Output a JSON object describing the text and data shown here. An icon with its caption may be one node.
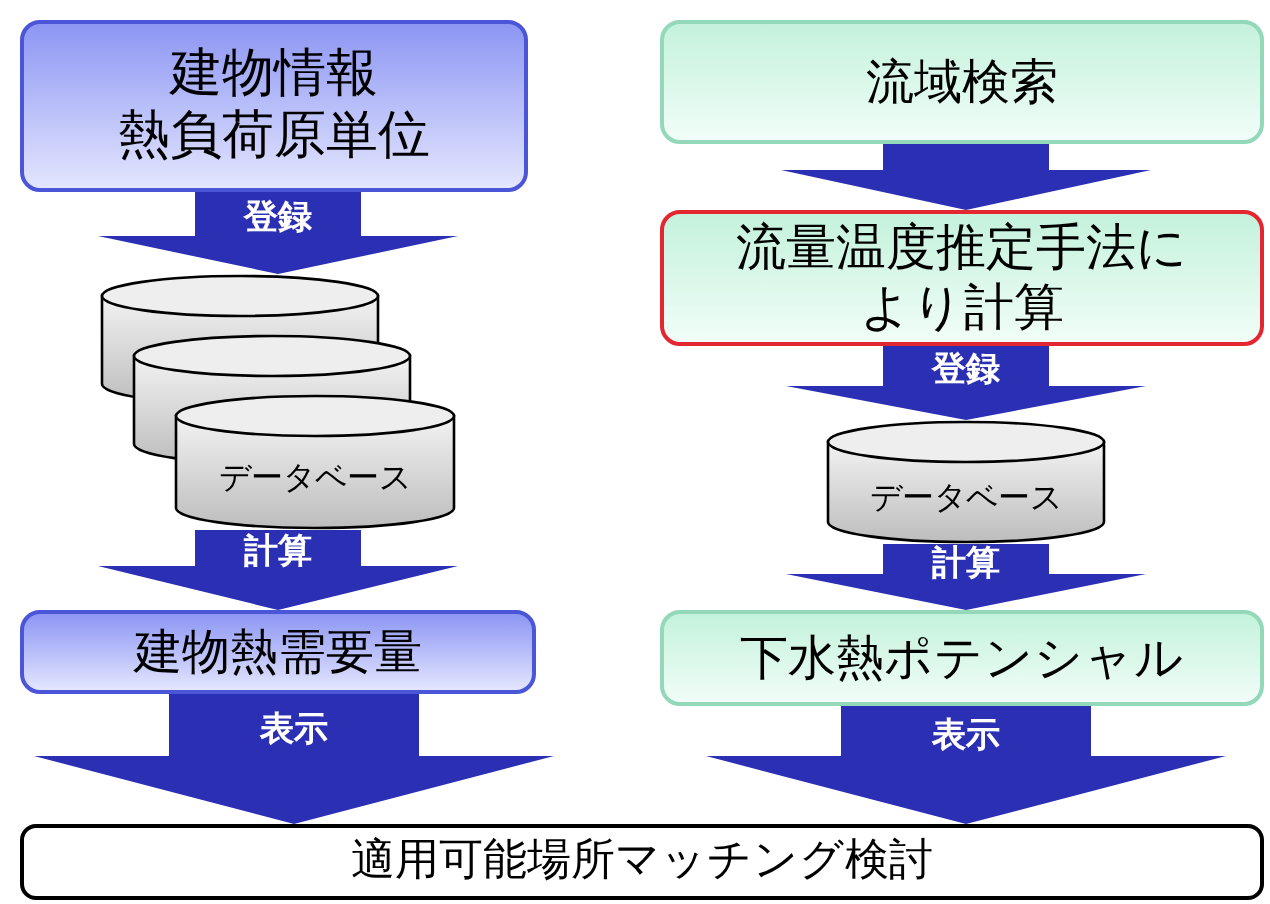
{
  "diagram": {
    "nodes": [
      {
        "text": [
          "建物情報",
          "熱負荷原単位"
        ]
      },
      {
        "text": [],
        "shape": "cylinder"
      },
      {
        "text": [],
        "shape": "cylinder"
      },
      {
        "text": [
          "データベース"
        ]
      },
      {
        "text": [
          "建物熱需要量"
        ]
      },
      {
        "text": [
          "流域検索"
        ]
      },
      {
        "text": [
          "流量温度推定手法により計算"
        ]
      },
      {
        "text": [
          "データベース"
        ]
      },
      {
        "text": [
          "下水熱ポテンシャル"
        ]
      },
      {
        "text": [
          "適用可能場所マッチング検討"
        ]
      }
    ],
    "edges": [
      {
        "from": 0,
        "to": 1,
        "arrow": "to",
        "label": "登録"
      },
      {
        "from": 3,
        "to": 4,
        "arrow": "to",
        "label": "計算"
      },
      {
        "from": 4,
        "to": 9,
        "arrow": "to",
        "label": "表示"
      },
      {
        "from": 5,
        "to": 6,
        "arrow": "to"
      },
      {
        "from": 6,
        "to": 7,
        "arrow": "to",
        "label": "登録"
      },
      {
        "from": 7,
        "to": 8,
        "arrow": "to",
        "label": "計算"
      },
      {
        "from": 8,
        "to": 9,
        "arrow": "to",
        "label": "表示"
      }
    ]
  }
}
